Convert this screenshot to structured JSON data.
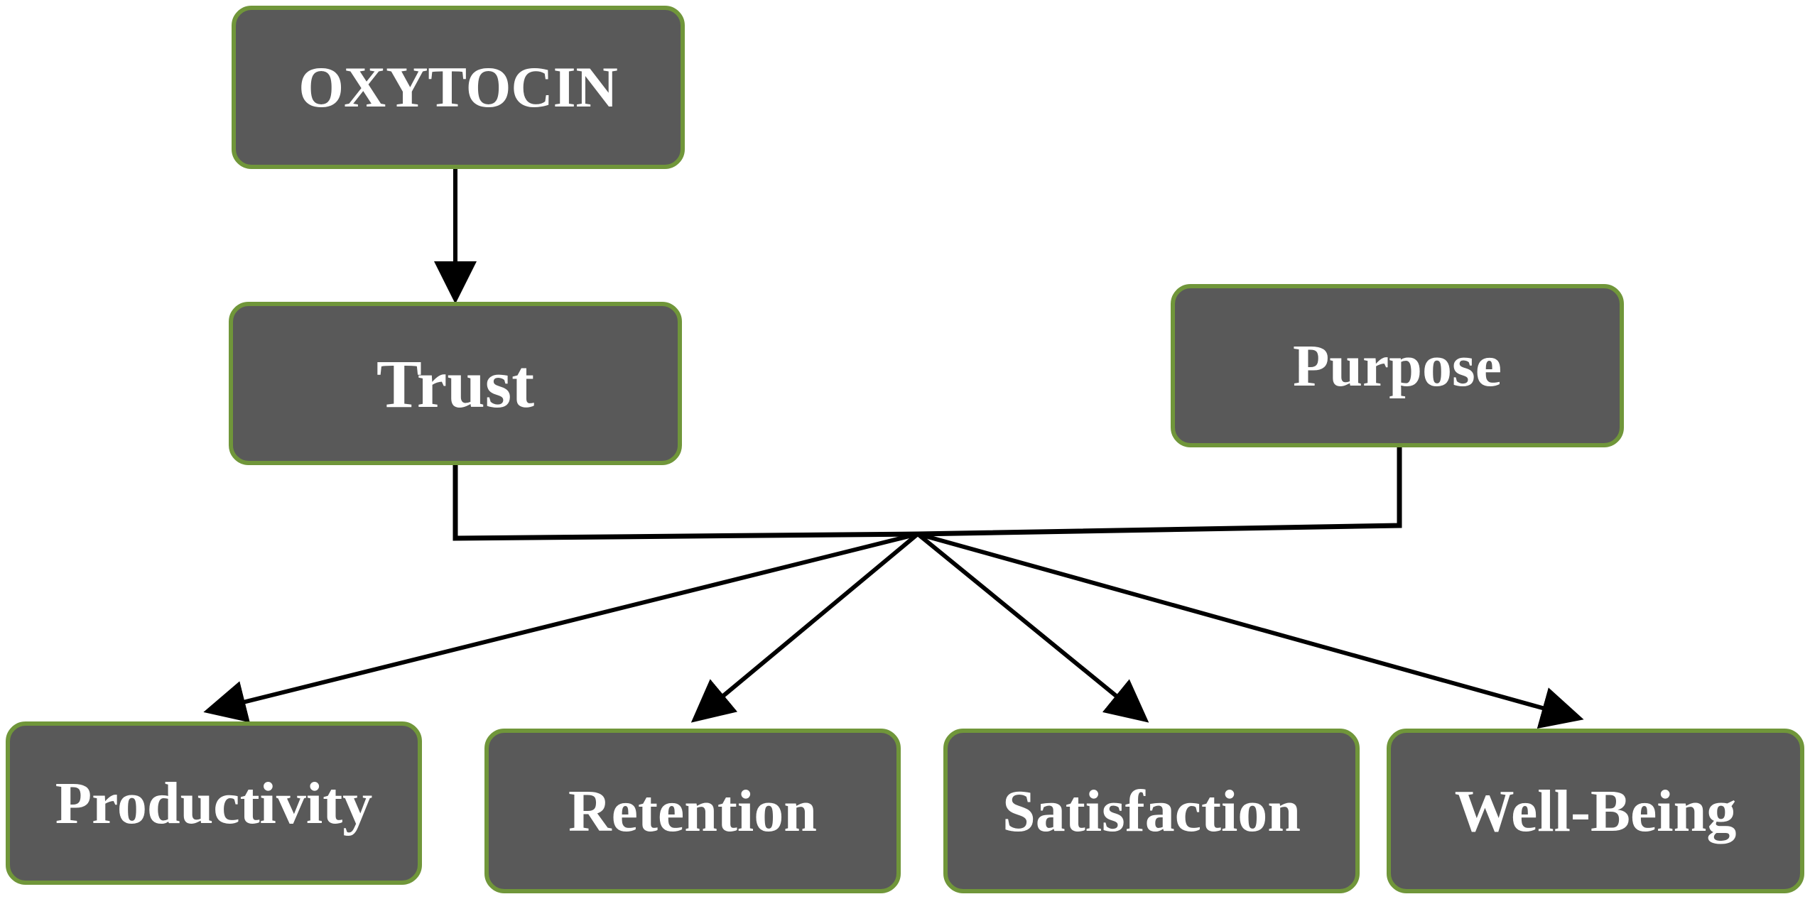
{
  "diagram": {
    "nodes": {
      "oxytocin": "OXYTOCIN",
      "trust": "Trust",
      "purpose": "Purpose",
      "productivity": "Productivity",
      "retention": "Retention",
      "satisfaction": "Satisfaction",
      "wellbeing": "Well-Being"
    },
    "edges": [
      {
        "from": "OXYTOCIN",
        "to": "Trust"
      },
      {
        "from": "Trust + Purpose",
        "to": "Productivity"
      },
      {
        "from": "Trust + Purpose",
        "to": "Retention"
      },
      {
        "from": "Trust + Purpose",
        "to": "Satisfaction"
      },
      {
        "from": "Trust + Purpose",
        "to": "Well-Being"
      }
    ],
    "colors": {
      "box_fill": "#595959",
      "box_border": "#70963a",
      "text": "#ffffff",
      "connector": "#000000"
    }
  }
}
